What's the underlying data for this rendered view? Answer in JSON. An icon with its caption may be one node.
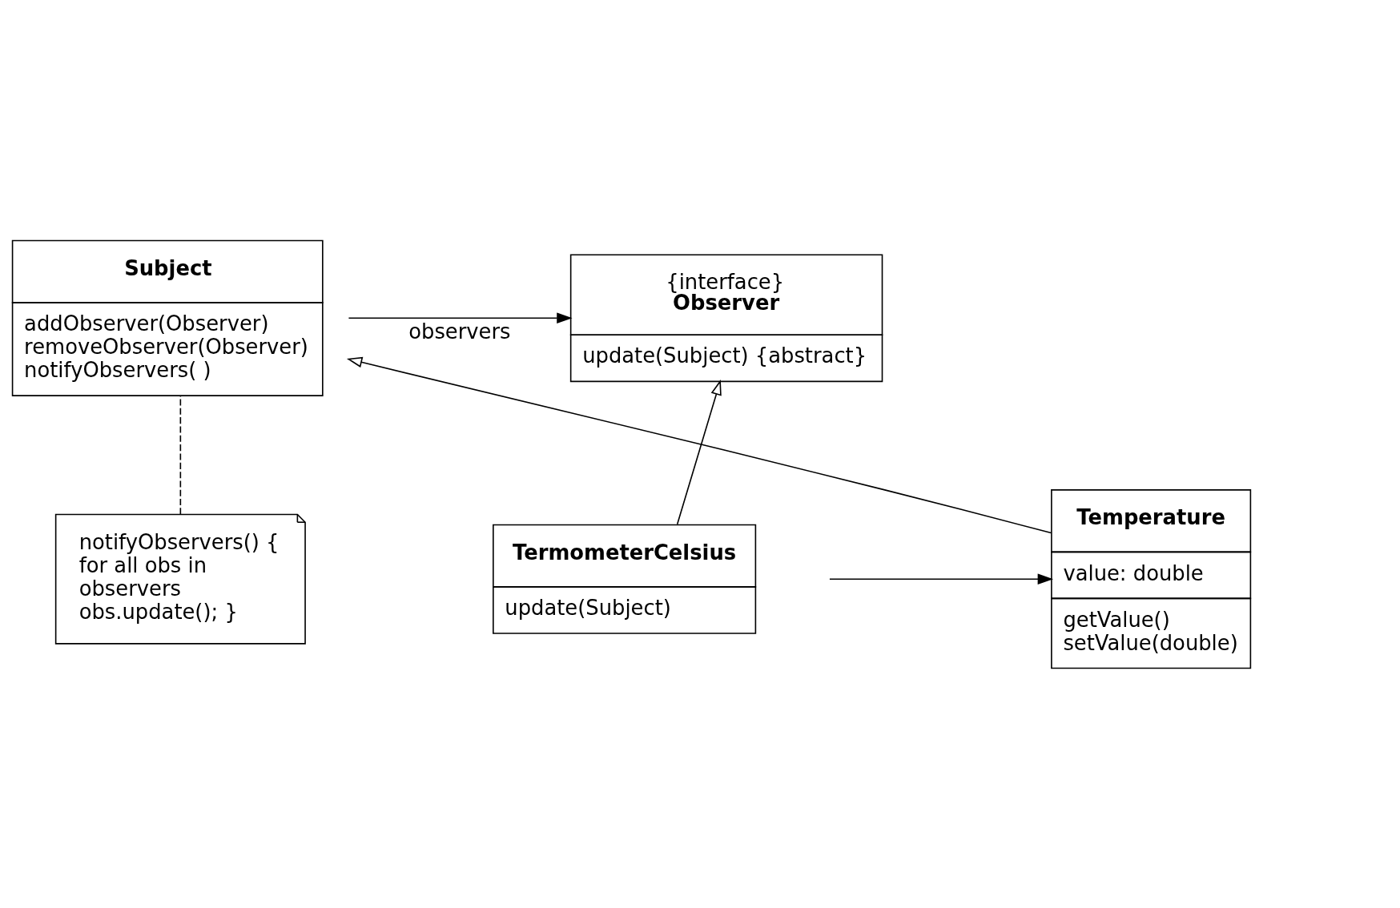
{
  "diagram": {
    "nodes": [
      {
        "text": [
          "Subject",
          "addObserver(Observer) removeObserver(Observer) notifyObservers( )"
        ]
      },
      {
        "text": [
          "{interface}",
          "Observer",
          "update(Subject) {abstract}"
        ]
      },
      {
        "text": [
          "Temperature",
          "value: double",
          "getValue() setValue(double)"
        ]
      },
      {
        "text": [
          "TermometerCelsius",
          "update(Subject)"
        ]
      },
      {
        "text": [
          "notifyObservers() { for all obs in observers obs.update(); }"
        ]
      }
    ],
    "edges": [
      {
        "from": 0,
        "to": 1,
        "arrow": "to",
        "label": "observers"
      },
      {
        "from": 2,
        "to": 0,
        "arrow": "to"
      },
      {
        "from": 3,
        "to": 1,
        "arrow": "to"
      },
      {
        "from": 3,
        "to": 2,
        "arrow": "to"
      },
      {
        "from": 0,
        "to": 4,
        "arrow": "none",
        "style": "dashed"
      }
    ]
  }
}
